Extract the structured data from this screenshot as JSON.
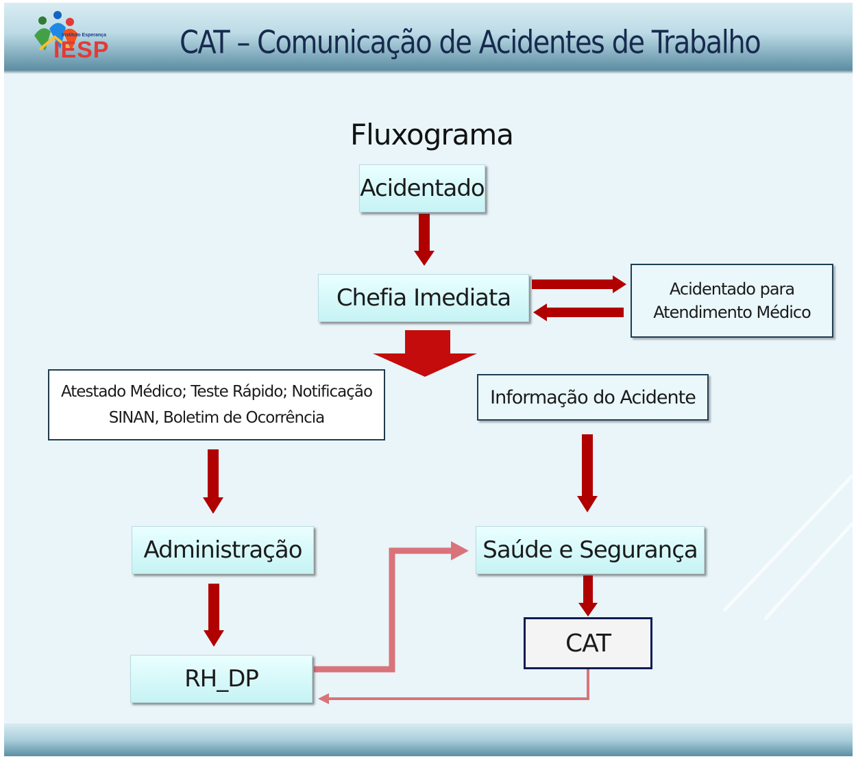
{
  "header": {
    "title": "CAT – Comunicação de Acidentes de Trabalho",
    "logo_text": "IESP",
    "logo_subtext": "Instituto Esperança"
  },
  "diagram": {
    "title": "Fluxograma",
    "nodes": {
      "acidentado": "Acidentado",
      "chefia": "Chefia Imediata",
      "atendimento_line1": "Acidentado para",
      "atendimento_line2": "Atendimento Médico",
      "documentos_line1": "Atestado Médico; Teste Rápido; Notificação",
      "documentos_line2": "SINAN, Boletim de Ocorrência",
      "informacao": "Informação do Acidente",
      "administracao": "Administração",
      "saude": "Saúde e Segurança",
      "rh": "RH_DP",
      "cat": "CAT"
    },
    "colors": {
      "arrow_dark": "#b00000",
      "arrow_light": "#d9737a",
      "box_fill": "#c6f3f5",
      "cat_border": "#0d1c54"
    }
  }
}
